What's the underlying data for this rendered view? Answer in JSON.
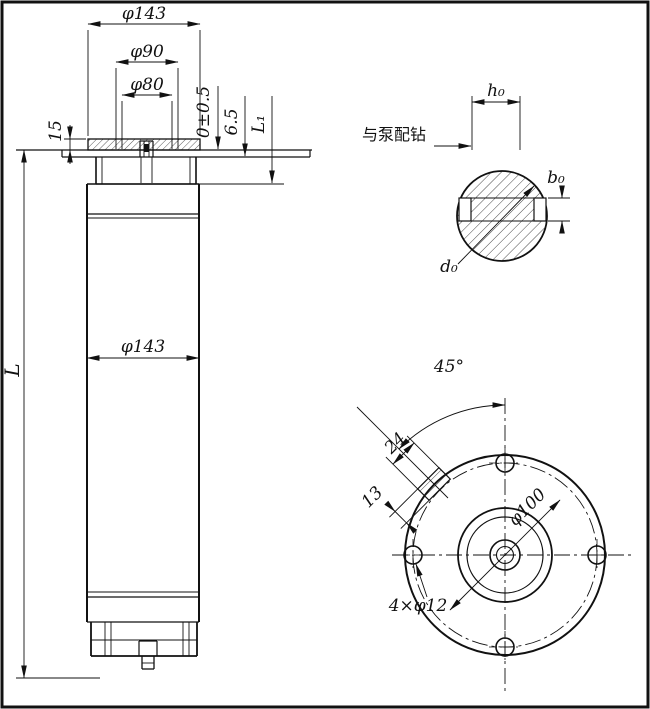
{
  "colors": {
    "ink": "#111111",
    "paper": "#ffffff"
  },
  "drawing": {
    "side_view": {
      "phi143_top": "φ143",
      "phi90": "φ90",
      "phi80": "φ80",
      "dim15": "15",
      "flush": "0±0.5",
      "dim65": "6.5",
      "l1": "L₁",
      "len": "L",
      "phi143_body": "φ143"
    },
    "shaft_section": {
      "h0": "h₀",
      "note": "与泵配钻",
      "b0": "b₀",
      "d0": "d₀"
    },
    "flange_view": {
      "angle": "45°",
      "dim24": "24",
      "dim13": "13",
      "holes": "4×φ12",
      "bolt_circle": "φ100"
    }
  }
}
